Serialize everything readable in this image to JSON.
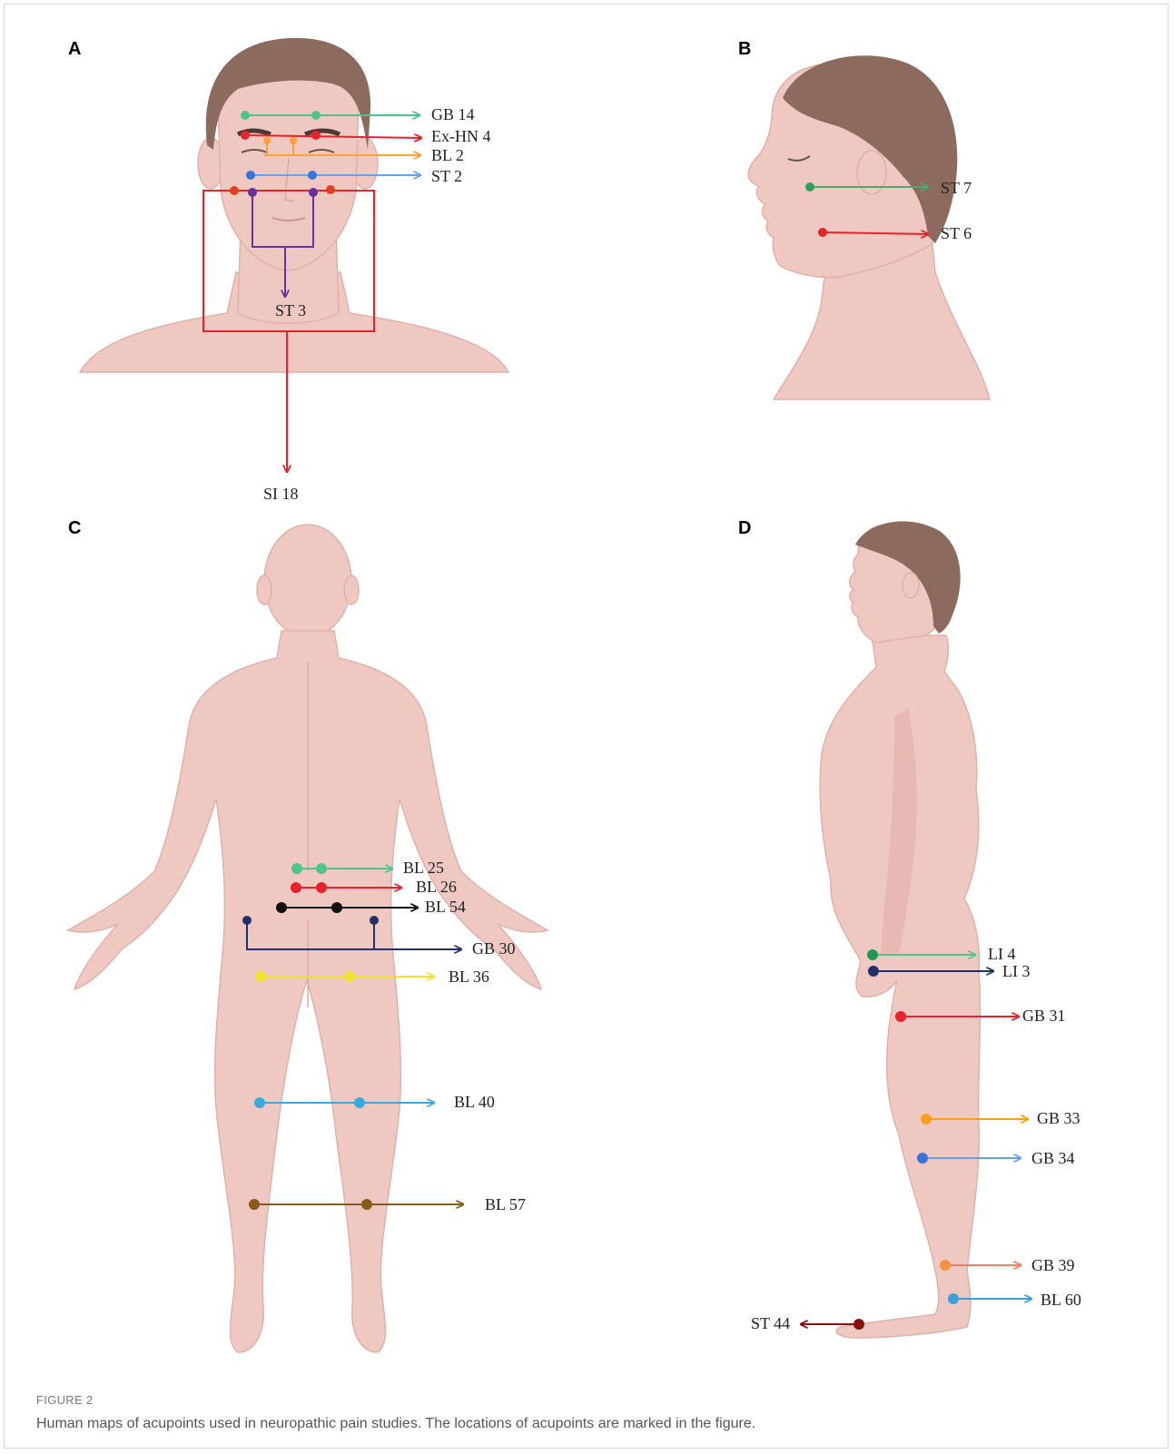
{
  "panels": {
    "A": {
      "letter": "A",
      "labels": {
        "gb14": "GB 14",
        "exhn4": "Ex-HN 4",
        "bl2": "BL 2",
        "st2": "ST 2",
        "st3": "ST 3",
        "si18": "SI 18"
      }
    },
    "B": {
      "letter": "B",
      "labels": {
        "st7": "ST 7",
        "st6": "ST 6"
      }
    },
    "C": {
      "letter": "C",
      "labels": {
        "bl25": "BL 25",
        "bl26": "BL 26",
        "bl54": "BL 54",
        "gb30": "GB 30",
        "bl36": "BL 36",
        "bl40": "BL 40",
        "bl57": "BL 57"
      }
    },
    "D": {
      "letter": "D",
      "labels": {
        "li4": "LI 4",
        "li3": "LI 3",
        "gb31": "GB 31",
        "gb33": "GB 33",
        "gb34": "GB 34",
        "gb39": "GB 39",
        "bl60": "BL 60",
        "st44": "ST 44"
      }
    }
  },
  "colors": {
    "gb14": "#4fc48a",
    "exhn4": "#e8222a",
    "bl2": "#f7a43a",
    "st2": "#3a73d6",
    "st3": "#6b2fa0",
    "si18": "#e8222a",
    "st7": "#2aa05a",
    "st6": "#e8222a",
    "bl25": "#4fc48a",
    "bl26": "#e8222a",
    "bl54": "#111111",
    "gb30": "#22306a",
    "bl36": "#f0e22a",
    "bl40": "#3aaadc",
    "bl57": "#8a5a1a",
    "li4": "#1f9a55",
    "li3": "#22306a",
    "gb31": "#e8222a",
    "gb33": "#f5a020",
    "gb34": "#3a73d6",
    "gb39": "#f08060",
    "bl60": "#3aa0dc",
    "st44": "#8a1010"
  },
  "caption": {
    "tag": "FIGURE 2",
    "text": "Human maps of acupoints used in neuropathic pain studies. The locations of acupoints are marked in the figure."
  }
}
